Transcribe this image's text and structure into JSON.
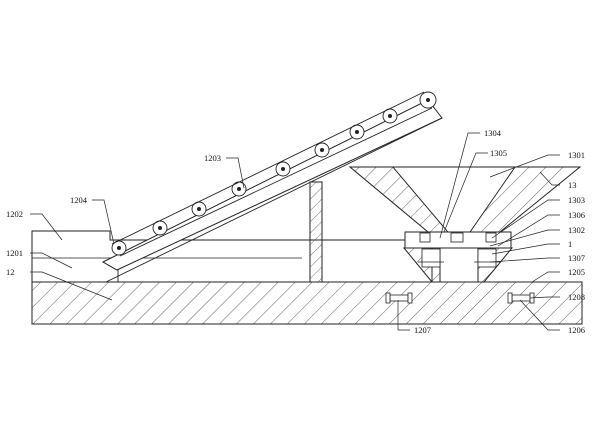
{
  "labels": {
    "l1202": "1202",
    "l1201": "1201",
    "l12": "12",
    "l1204": "1204",
    "l1203": "1203",
    "l1304": "1304",
    "l1305": "1305",
    "l1301": "1301",
    "l13": "13",
    "l1303": "1303",
    "l1306": "1306",
    "l1302": "1302",
    "l1": "1",
    "l1307": "1307",
    "l1205": "1205",
    "l1208": "1208",
    "l1207": "1207",
    "l1206": "1206"
  }
}
